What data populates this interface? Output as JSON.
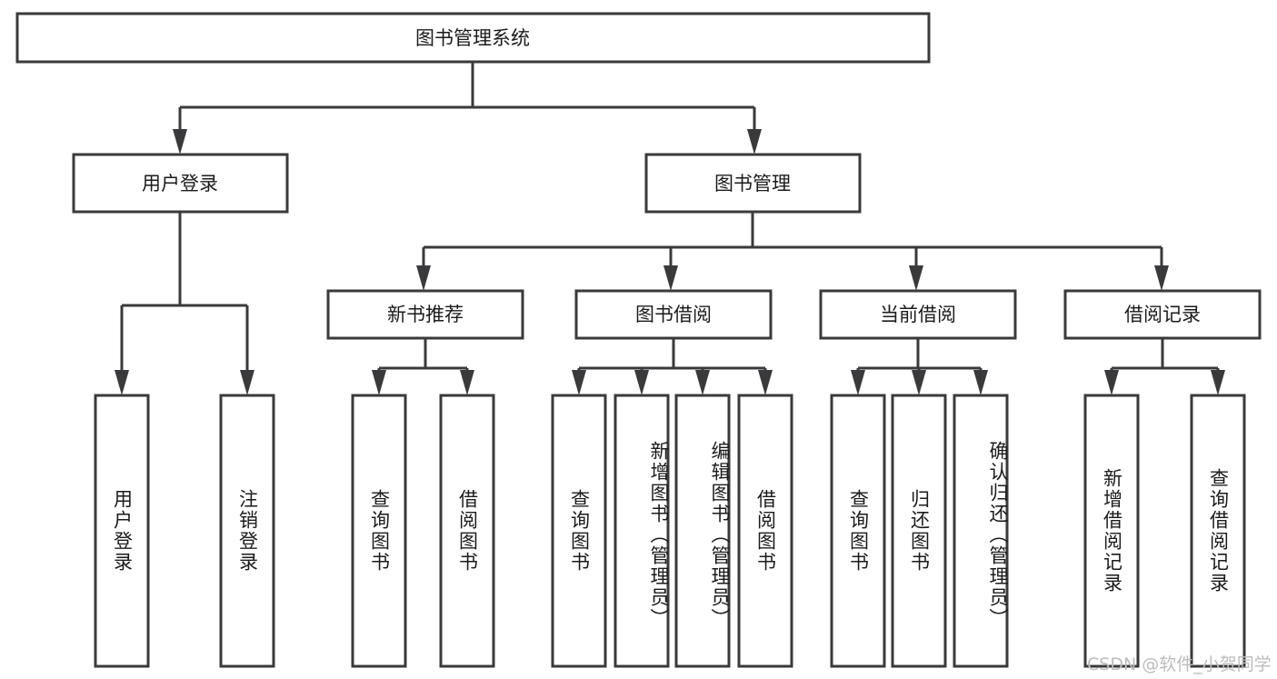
{
  "diagram": {
    "type": "tree",
    "title_node": "图书管理系统",
    "orientation": "top-down",
    "colors": {
      "stroke": "#3a3a3c",
      "fill": "#ffffff",
      "text": "#1b1b1b",
      "watermark": "#bdbdbd"
    },
    "levels": {
      "root": {
        "label": "图书管理系统"
      },
      "level2": [
        {
          "label": "用户登录"
        },
        {
          "label": "图书管理"
        }
      ],
      "level3": [
        {
          "label": "新书推荐"
        },
        {
          "label": "图书借阅"
        },
        {
          "label": "当前借阅"
        },
        {
          "label": "借阅记录"
        }
      ],
      "leaves": {
        "user_login": [
          {
            "label": "用户登录"
          },
          {
            "label": "注销登录"
          }
        ],
        "new_book_recommend": [
          {
            "label": "查询图书"
          },
          {
            "label": "借阅图书"
          }
        ],
        "book_borrow": [
          {
            "label": "查询图书"
          },
          {
            "label": "新增图书（管理员）"
          },
          {
            "label": "编辑图书（管理员）"
          },
          {
            "label": "借阅图书"
          }
        ],
        "current_borrow": [
          {
            "label": "查询图书"
          },
          {
            "label": "归还图书"
          },
          {
            "label": "确认归还（管理员）"
          }
        ],
        "borrow_record": [
          {
            "label": "新增借阅记录"
          },
          {
            "label": "查询借阅记录"
          }
        ]
      }
    }
  },
  "watermark": {
    "text": "CSDN @软件_小贺同学"
  }
}
